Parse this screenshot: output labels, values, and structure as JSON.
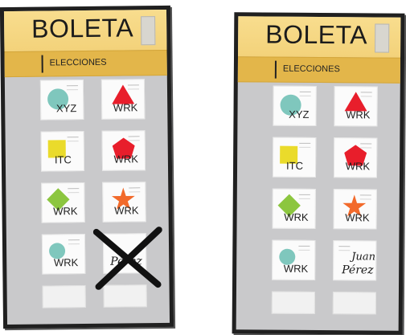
{
  "left_ballot": {
    "title": "BOLETA",
    "subtitle": "ELECCIONES",
    "cards": [
      {
        "label": "XYZ",
        "icon": "circle-icon"
      },
      {
        "label": "WRK",
        "icon": "triangle-icon"
      },
      {
        "label": "ITC",
        "icon": "square-icon"
      },
      {
        "label": "WRK",
        "icon": "pentagon-icon"
      },
      {
        "label": "WRK",
        "icon": "diamond-icon"
      },
      {
        "label": "WRK",
        "icon": "star-icon"
      },
      {
        "label": "WRK",
        "icon": "circle-icon"
      }
    ],
    "signature_fragment": "Pérez"
  },
  "right_ballot": {
    "title": "BOLETA",
    "subtitle": "ELECCIONES",
    "cards": [
      {
        "label": "XYZ",
        "icon": "circle-icon"
      },
      {
        "label": "WRK",
        "icon": "triangle-icon"
      },
      {
        "label": "ITC",
        "icon": "square-icon"
      },
      {
        "label": "WRK",
        "icon": "pentagon-icon"
      },
      {
        "label": "WRK",
        "icon": "diamond-icon"
      },
      {
        "label": "WRK",
        "icon": "star-icon"
      },
      {
        "label": "WRK",
        "icon": "circle-icon"
      }
    ],
    "signature_line1": "Juan",
    "signature_line2": "Pérez"
  },
  "colors": {
    "header": "#f3d27a",
    "subheader": "#e3b64a",
    "triangle": "#e81e2b",
    "circle": "#7fc7bd",
    "square": "#eadb2b",
    "diamond": "#8cc63f",
    "star": "#f26a2b"
  }
}
